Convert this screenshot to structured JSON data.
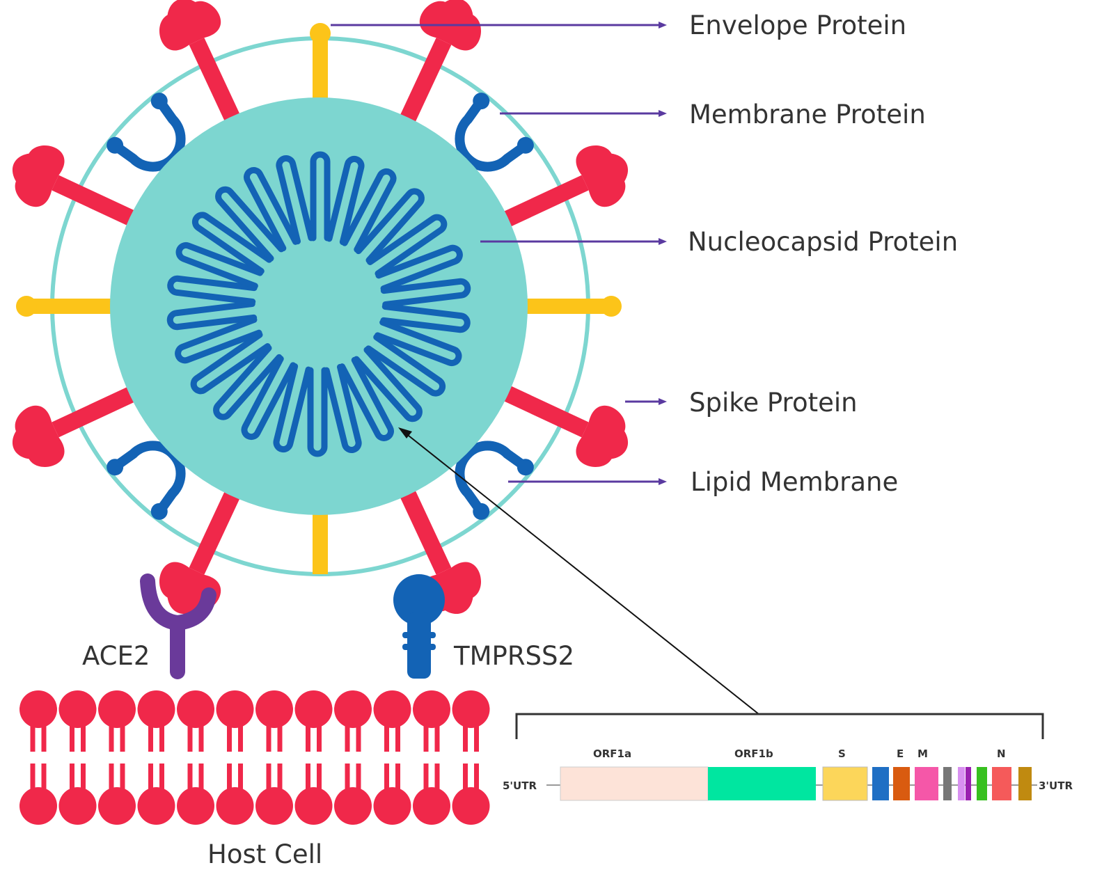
{
  "virion": {
    "labels": {
      "envelope": "Envelope Protein",
      "membrane": "Membrane Protein",
      "nucleocapsid": "Nucleocapsid Protein",
      "spike": "Spike Protein",
      "lipid": "Lipid Membrane"
    }
  },
  "host": {
    "ace2": "ACE2",
    "tmprss2": "TMPRSS2",
    "cell": "Host Cell"
  },
  "genome": {
    "utr5": "5'UTR",
    "utr3": "3'UTR",
    "genes": [
      {
        "key": "orf1a",
        "label": "ORF1a",
        "color": "#fde3d8"
      },
      {
        "key": "orf1b",
        "label": "ORF1b",
        "color": "#00e6a0"
      },
      {
        "key": "s",
        "label": "S",
        "color": "#fcd65a"
      },
      {
        "key": "e",
        "label": "E",
        "color": "#d95b10"
      },
      {
        "key": "m",
        "label": "M",
        "color": "#f557a8"
      },
      {
        "key": "n",
        "label": "N",
        "color": "#f55a5a"
      }
    ]
  },
  "colors": {
    "spike": "#f0284a",
    "envelope": "#fcc419",
    "membrane": "#1363b5",
    "core": "#7dd6d0",
    "lipid": "#7dd6d0",
    "rna": "#1363b5",
    "ace2": "#6a3a9a",
    "tmprss2": "#1363b5",
    "bilayer": "#f0284a",
    "leader": "#5a3aa0"
  }
}
